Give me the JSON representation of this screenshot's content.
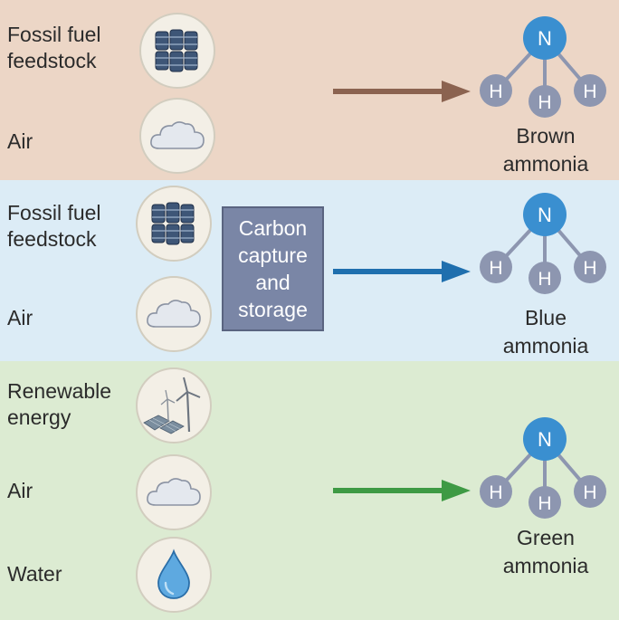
{
  "panels": {
    "brown": {
      "bg": "#ecd6c6",
      "arrow_color": "#8b6350",
      "input1": {
        "line1": "Fossil fuel",
        "line2": "feedstock",
        "icon": "oil-barrels-icon"
      },
      "input2": {
        "line1": "Air",
        "icon": "cloud-icon"
      },
      "product": {
        "line1": "Brown",
        "line2": "ammonia"
      }
    },
    "blue": {
      "bg": "#dcecf6",
      "arrow_color": "#1f6fae",
      "input1": {
        "line1": "Fossil fuel",
        "line2": "feedstock",
        "icon": "oil-barrels-icon"
      },
      "input2": {
        "line1": "Air",
        "icon": "cloud-icon"
      },
      "process": {
        "line1": "Carbon",
        "line2": "capture",
        "line3": "and",
        "line4": "storage"
      },
      "product": {
        "line1": "Blue",
        "line2": "ammonia"
      }
    },
    "green": {
      "bg": "#dcebd2",
      "arrow_color": "#3e9a44",
      "input1": {
        "line1": "Renewable",
        "line2": "energy",
        "icon": "wind-solar-icon"
      },
      "input2": {
        "line1": "Air",
        "icon": "cloud-icon"
      },
      "input3": {
        "line1": "Water",
        "icon": "water-drop-icon"
      },
      "product": {
        "line1": "Green",
        "line2": "ammonia"
      }
    }
  },
  "molecule": {
    "center_atom": "N",
    "outer_atom": "H",
    "n_color": "#3a8fd0",
    "h_color": "#8d96b0"
  }
}
